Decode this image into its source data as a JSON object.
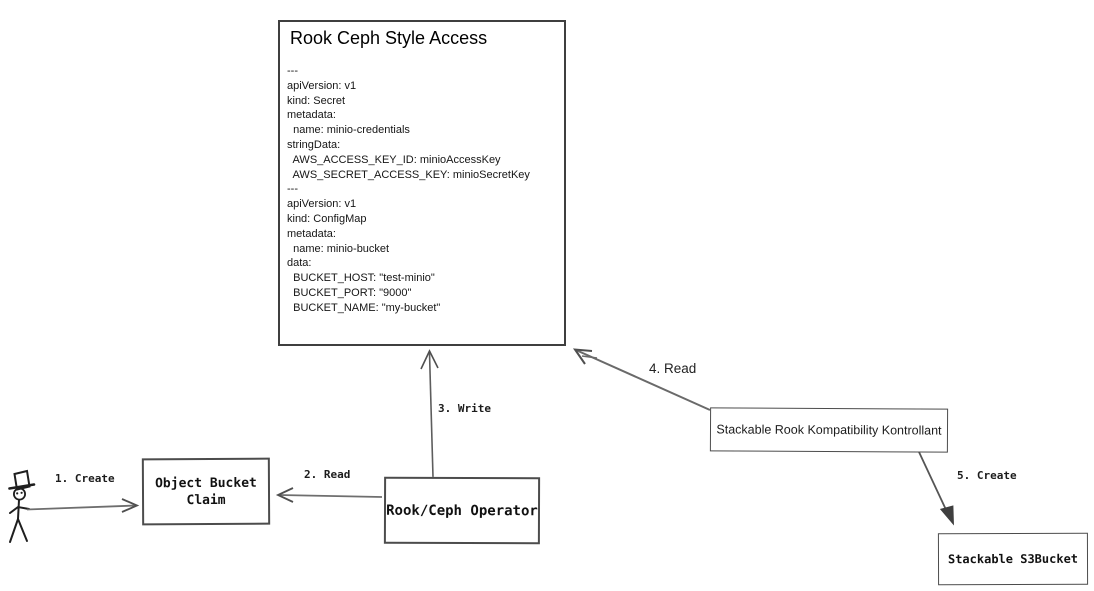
{
  "diagram": {
    "title_box": {
      "title": "Rook Ceph Style Access",
      "yaml": "---\napiVersion: v1\nkind: Secret\nmetadata:\n  name: minio-credentials\nstringData:\n  AWS_ACCESS_KEY_ID: minioAccessKey\n  AWS_SECRET_ACCESS_KEY: minioSecretKey\n---\napiVersion: v1\nkind: ConfigMap\nmetadata:\n  name: minio-bucket\ndata:\n  BUCKET_HOST: \"test-minio\"\n  BUCKET_PORT: \"9000\"\n  BUCKET_NAME: \"my-bucket\""
    },
    "nodes": {
      "object_bucket_claim": {
        "label": "Object Bucket Claim"
      },
      "rook_ceph_operator": {
        "label": "Rook/Ceph Operator"
      },
      "stackable_kontrollant": {
        "label": "Stackable Rook Kompatibility Kontrollant"
      },
      "stackable_s3bucket": {
        "label": "Stackable S3Bucket"
      }
    },
    "actor": {
      "name": "user"
    },
    "edges": [
      {
        "label": "1. Create",
        "from": "user",
        "to": "object_bucket_claim"
      },
      {
        "label": "2. Read",
        "from": "rook_ceph_operator",
        "to": "object_bucket_claim"
      },
      {
        "label": "3. Write",
        "from": "rook_ceph_operator",
        "to": "rook_ceph_style_access"
      },
      {
        "label": "4. Read",
        "from": "stackable_kontrollant",
        "to": "rook_ceph_style_access"
      },
      {
        "label": "5. Create",
        "from": "stackable_kontrollant",
        "to": "stackable_s3bucket"
      }
    ],
    "colors": {
      "box_stroke": "#4c4c4c",
      "arrow_stroke": "#6e6e6e",
      "text": "#1a1a1a",
      "background": "#ffffff"
    }
  }
}
